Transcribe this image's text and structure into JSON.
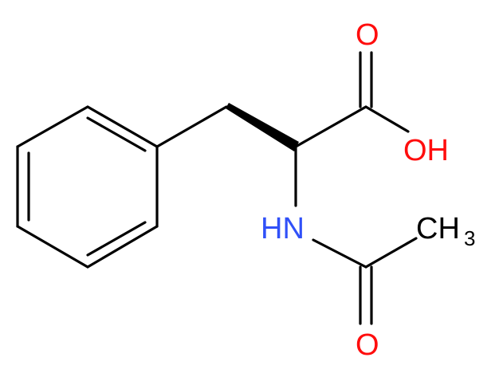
{
  "molecule": {
    "colors": {
      "bond": "#000000",
      "oxygen": "#ff0d0d",
      "nitrogen": "#3050f8",
      "carbon": "#000000"
    },
    "labels": {
      "carbonyl_o": "O",
      "hydroxyl": "OH",
      "amine": "HN",
      "amide_o": "O",
      "methyl_c": "CH",
      "methyl_sub": "3"
    }
  }
}
